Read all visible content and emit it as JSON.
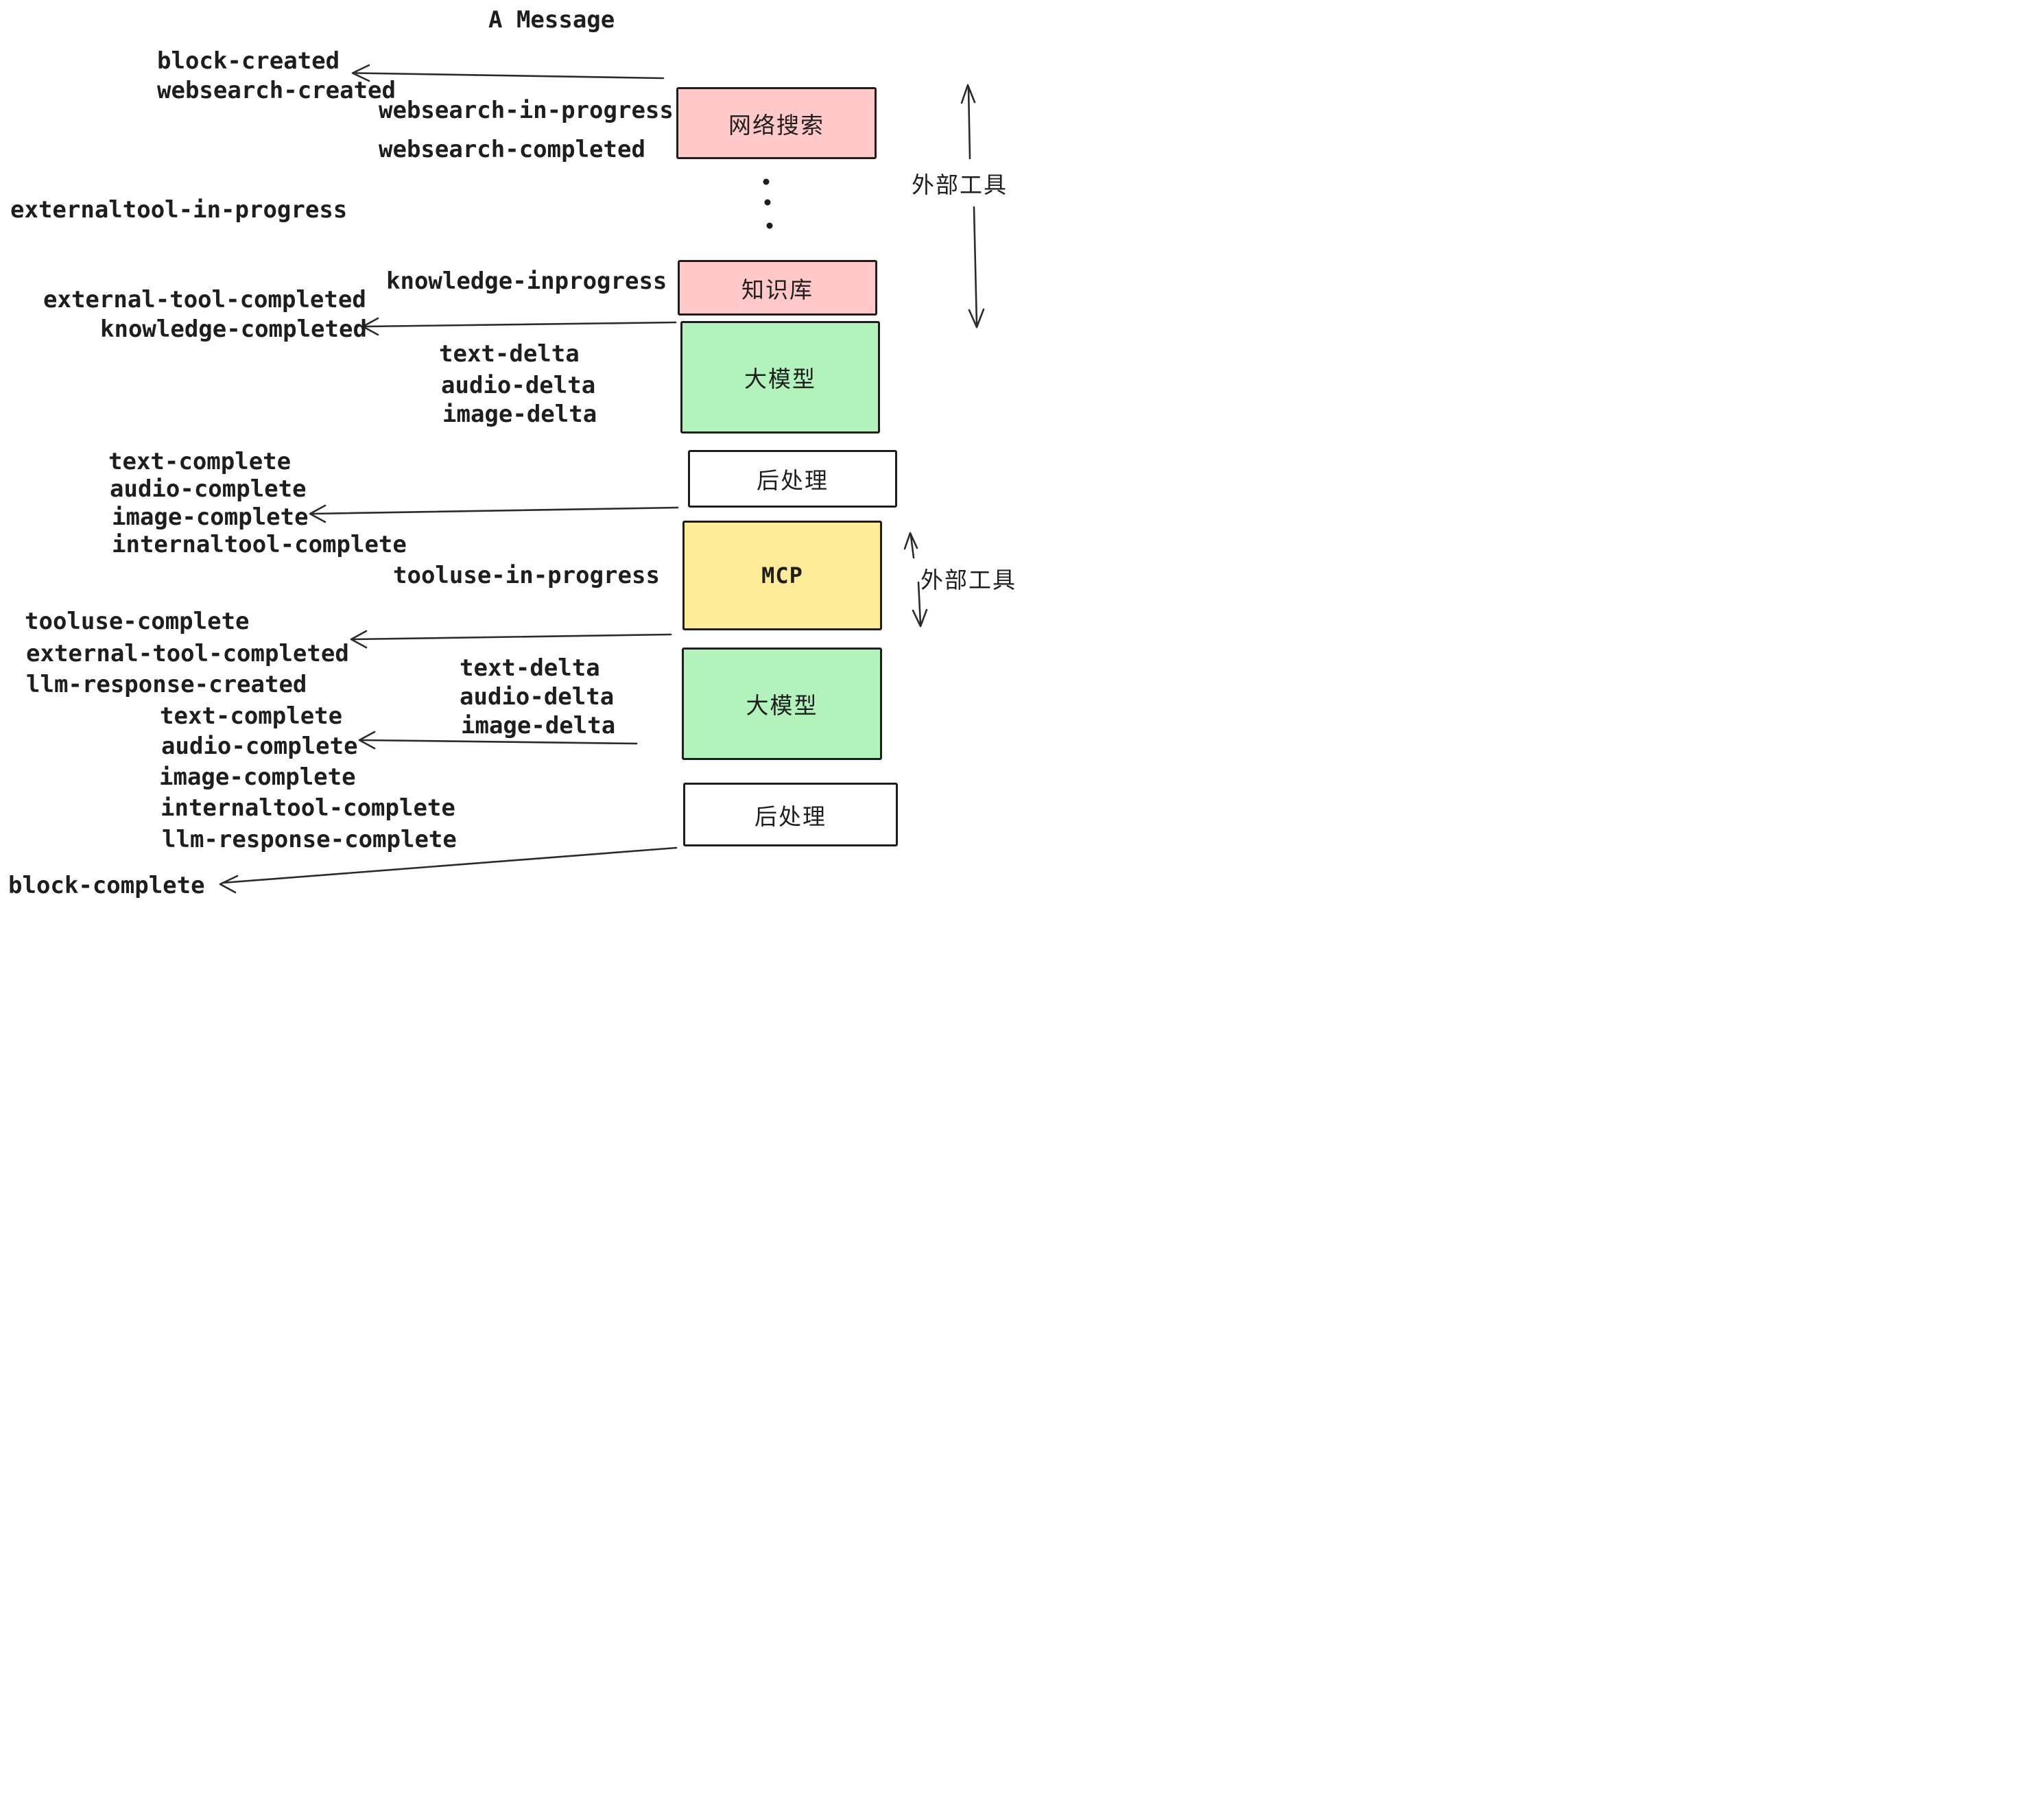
{
  "title": "A Message",
  "colors": {
    "background": "#ffffff",
    "stroke": "#1e1e1e",
    "external_tool_box": "#ffc9c9",
    "llm_box": "#b2f2bb",
    "mcp_box": "#ffec99",
    "post_process_box": "#ffffff"
  },
  "boxes": {
    "websearch": {
      "label": "网络搜索"
    },
    "knowledge": {
      "label": "知识库"
    },
    "llm1": {
      "label": "大模型"
    },
    "post1": {
      "label": "后处理"
    },
    "mcp": {
      "label": "MCP"
    },
    "llm2": {
      "label": "大模型"
    },
    "post2": {
      "label": "后处理"
    }
  },
  "side_labels": {
    "external_tools_top": "外部工具",
    "external_tools_mcp": "外部工具"
  },
  "events": {
    "block_created": "block-created",
    "websearch_created": "websearch-created",
    "websearch_in_progress": "websearch-in-progress",
    "websearch_completed": "websearch-completed",
    "externaltool_in_progress": "externaltool-in-progress",
    "knowledge_inprogress": "knowledge-inprogress",
    "external_tool_completed_1": "external-tool-completed",
    "knowledge_completed": "knowledge-completed",
    "text_delta_1": "text-delta",
    "audio_delta_1": "audio-delta",
    "image_delta_1": "image-delta",
    "text_complete_1": "text-complete",
    "audio_complete_1": "audio-complete",
    "image_complete_1": "image-complete",
    "internaltool_complete_1": "internaltool-complete",
    "tooluse_in_progress": "tooluse-in-progress",
    "tooluse_complete": "tooluse-complete",
    "external_tool_completed_2": "external-tool-completed",
    "llm_response_created": "llm-response-created",
    "text_delta_2": "text-delta",
    "audio_delta_2": "audio-delta",
    "image_delta_2": "image-delta",
    "text_complete_2": "text-complete",
    "audio_complete_2": "audio-complete",
    "image_complete_2": "image-complete",
    "internaltool_complete_2": "internaltool-complete",
    "llm_response_complete": "llm-response-complete",
    "block_complete": "block-complete"
  }
}
